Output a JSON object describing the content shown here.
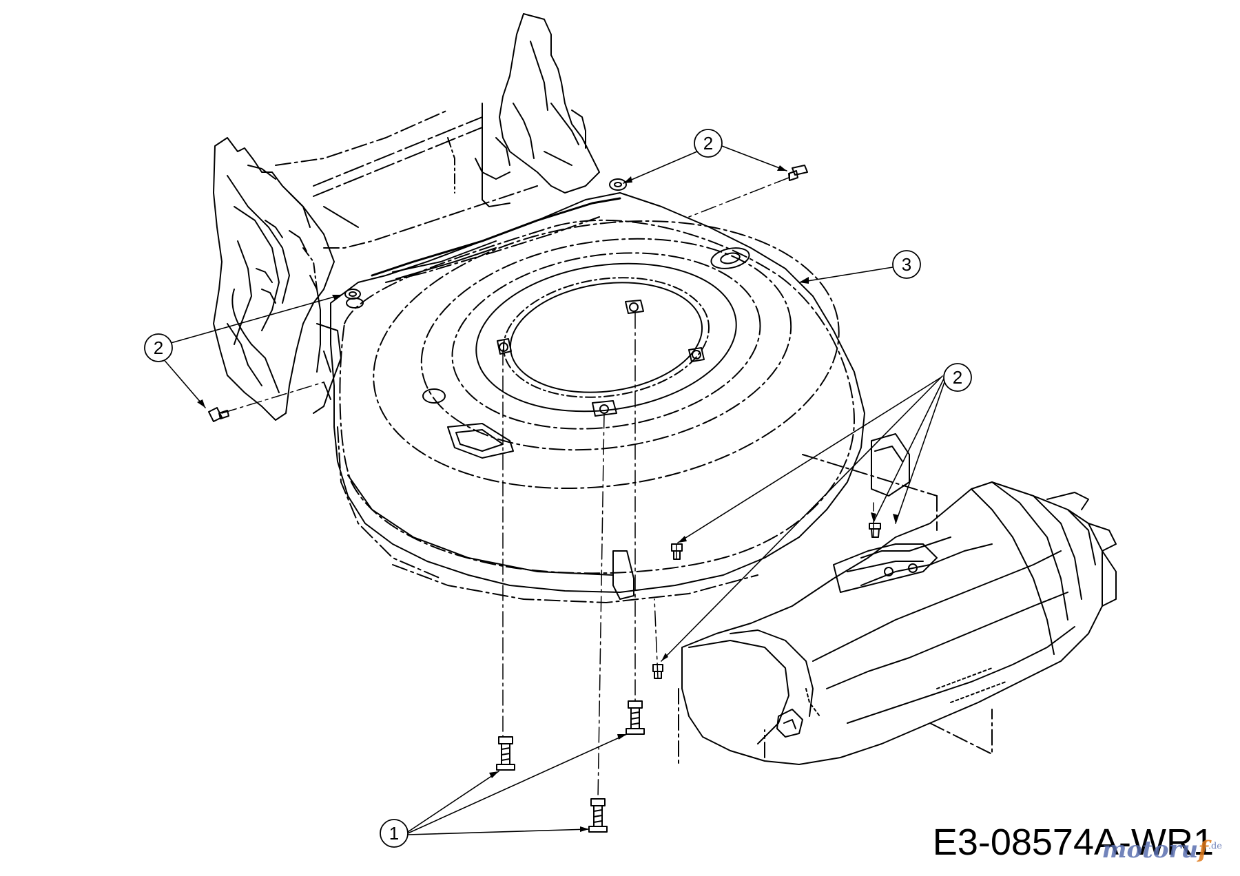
{
  "drawing": {
    "code": "E3-08574A-WR1",
    "watermark": {
      "main": "motoru",
      "accent": "f",
      "suffix": ".de"
    }
  },
  "callouts": [
    {
      "id": "callout-1",
      "label": "1"
    },
    {
      "id": "callout-2-top",
      "label": "2"
    },
    {
      "id": "callout-2-left",
      "label": "2"
    },
    {
      "id": "callout-2-right",
      "label": "2"
    },
    {
      "id": "callout-3",
      "label": "3"
    }
  ],
  "colors": {
    "line": "#000000",
    "background": "#ffffff",
    "watermark": "#5a6fb0",
    "watermark_accent": "#e07a1a"
  }
}
